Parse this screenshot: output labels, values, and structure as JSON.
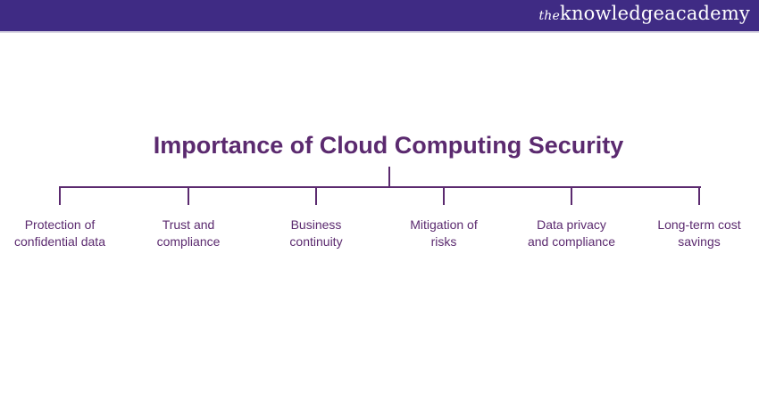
{
  "header": {
    "logo_prefix": "the",
    "logo_main": "knowledgeacademy"
  },
  "diagram": {
    "title": "Importance of Cloud Computing Security",
    "items": [
      {
        "label": "Protection of confidential data"
      },
      {
        "label": "Trust and compliance"
      },
      {
        "label": "Business continuity"
      },
      {
        "label": "Mitigation of risks"
      },
      {
        "label": "Data privacy and compliance"
      },
      {
        "label": "Long-term cost savings"
      }
    ],
    "color": "#5b2a6f"
  }
}
